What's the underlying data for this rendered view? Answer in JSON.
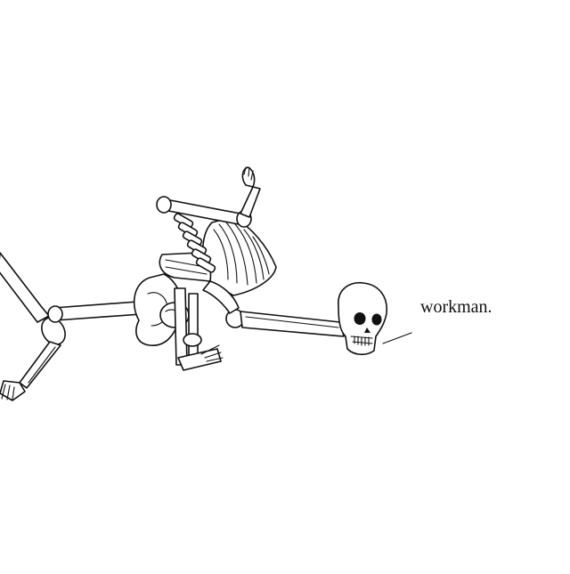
{
  "caption": {
    "text": "workman."
  },
  "illustration": {
    "subject": "skeleton-drawing",
    "style": "black-ink-line-art",
    "background": "#ffffff",
    "ink": "#111111"
  }
}
